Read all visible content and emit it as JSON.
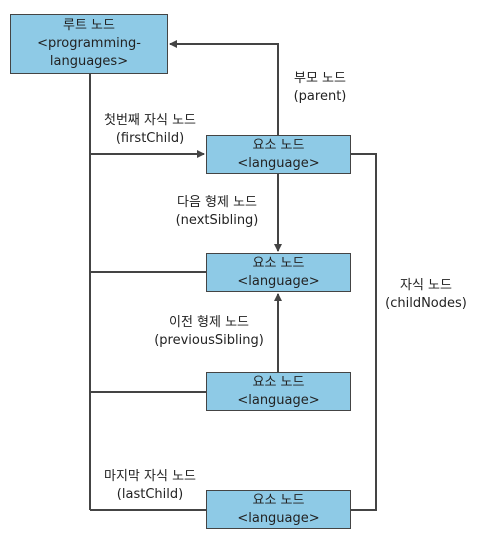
{
  "colors": {
    "node_fill": "#8ecae6",
    "line": "#444444"
  },
  "nodes": {
    "root": [
      "루트 노드",
      "<programming-",
      "languages>"
    ],
    "element_1": [
      "요소 노드",
      "<language>"
    ],
    "element_2": [
      "요소 노드",
      "<language>"
    ],
    "element_3": [
      "요소 노드",
      "<language>"
    ],
    "element_4": [
      "요소 노드",
      "<language>"
    ]
  },
  "labels": {
    "parent": [
      "부모 노드",
      "(parent)"
    ],
    "first_child": [
      "첫번째 자식 노드",
      "(firstChild)"
    ],
    "next_sibling": [
      "다음 형제 노드",
      "(nextSibling)"
    ],
    "previous_sibling": [
      "이전 형제 노드",
      "(previousSibling)"
    ],
    "child_nodes": [
      "자식 노드",
      "(childNodes)"
    ],
    "last_child": [
      "마지막 자식 노드",
      "(lastChild)"
    ]
  }
}
